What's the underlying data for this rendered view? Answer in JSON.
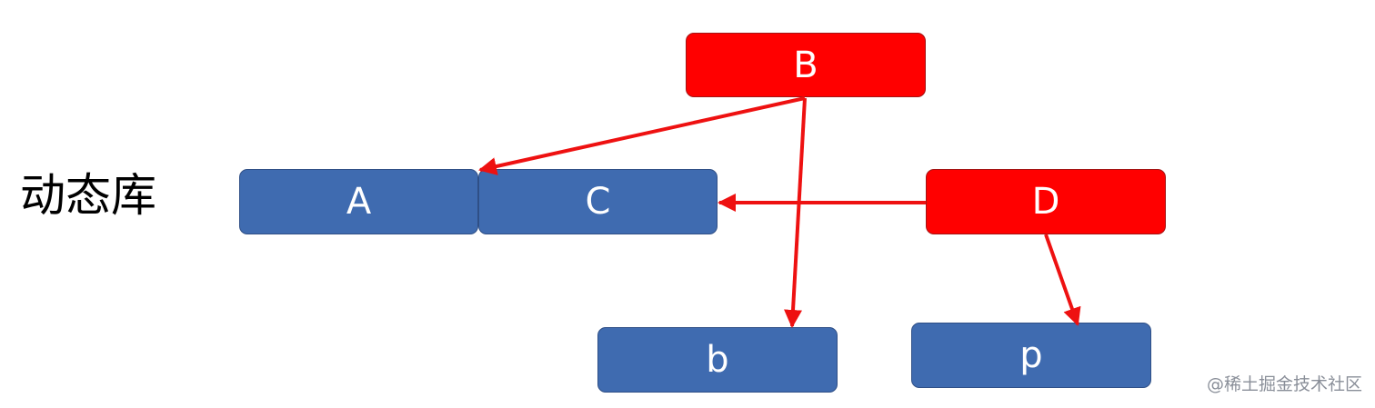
{
  "colors": {
    "red_node": "#ff0000",
    "blue_node": "#3f6bb0",
    "arrow": "#ee1111",
    "label": "#000000"
  },
  "side_label": "动态库",
  "nodes": {
    "B": {
      "label": "B",
      "style": "red"
    },
    "A": {
      "label": "A",
      "style": "blue"
    },
    "C": {
      "label": "C",
      "style": "blue"
    },
    "D": {
      "label": "D",
      "style": "red"
    },
    "b": {
      "label": "b",
      "style": "blue"
    },
    "p": {
      "label": "p",
      "style": "blue"
    }
  },
  "edges": [
    {
      "from": "B",
      "to": "A"
    },
    {
      "from": "B",
      "to": "b"
    },
    {
      "from": "D",
      "to": "C"
    },
    {
      "from": "D",
      "to": "p"
    }
  ],
  "watermark": "@稀土掘金技术社区"
}
